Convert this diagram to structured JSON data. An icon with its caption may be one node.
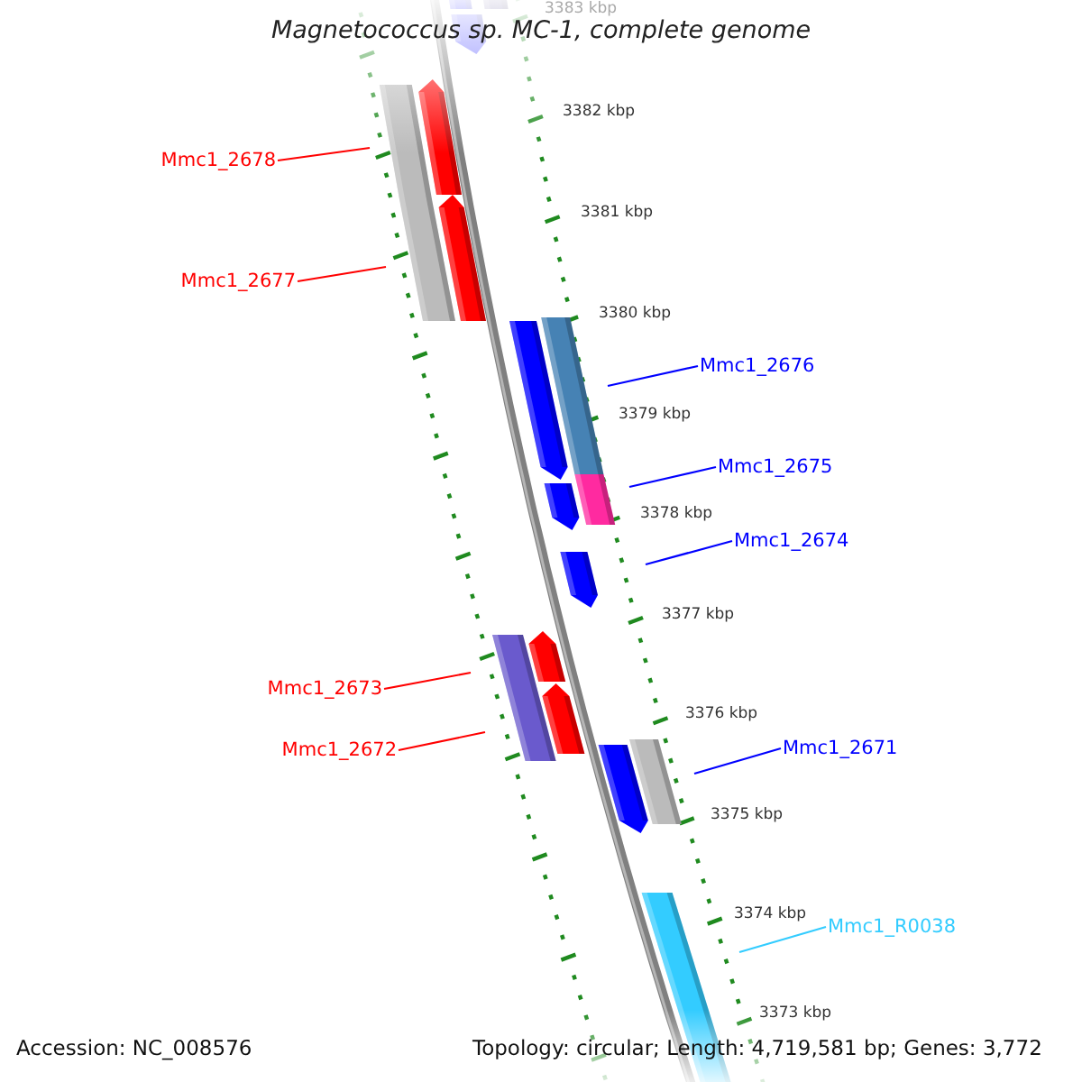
{
  "diagram": {
    "title": "Magnetococcus sp. MC-1, complete genome",
    "nodes": [
      {
        "text": [
          "Mmc1_2678"
        ]
      },
      {
        "text": [
          "Mmc1_2677"
        ]
      },
      {
        "text": [
          "Mmc1_2676"
        ]
      },
      {
        "text": [
          "Mmc1_2675"
        ]
      },
      {
        "text": [
          "Mmc1_2674"
        ]
      },
      {
        "text": [
          "Mmc1_2673"
        ]
      },
      {
        "text": [
          "Mmc1_2672"
        ]
      },
      {
        "text": [
          "Mmc1_2671"
        ]
      },
      {
        "text": [
          "Mmc1_R0038"
        ]
      }
    ],
    "edges": [
      {
        "from": 0,
        "to": null,
        "arrow": "none",
        "color": "#ff0000"
      },
      {
        "from": 1,
        "to": null,
        "arrow": "none",
        "color": "#ff0000"
      },
      {
        "from": 2,
        "to": null,
        "arrow": "none",
        "color": "#0000ff"
      },
      {
        "from": 3,
        "to": null,
        "arrow": "none",
        "color": "#0000ff"
      },
      {
        "from": 4,
        "to": null,
        "arrow": "none",
        "color": "#0000ff"
      },
      {
        "from": 5,
        "to": null,
        "arrow": "none",
        "color": "#ff0000"
      },
      {
        "from": 6,
        "to": null,
        "arrow": "none",
        "color": "#ff0000"
      },
      {
        "from": 7,
        "to": null,
        "arrow": "none",
        "color": "#0000ff"
      },
      {
        "from": 8,
        "to": null,
        "arrow": "none",
        "color": "#33ccff"
      }
    ],
    "labels": [
      "3383 kbp",
      "3382 kbp",
      "3381 kbp",
      "3380 kbp",
      "3379 kbp",
      "3378 kbp",
      "3377 kbp",
      "3376 kbp",
      "3375 kbp",
      "3374 kbp",
      "3373 kbp",
      "Accession: NC_008576",
      "Topology: circular; Length: 4,719,581 bp; Genes: 3,772"
    ]
  }
}
